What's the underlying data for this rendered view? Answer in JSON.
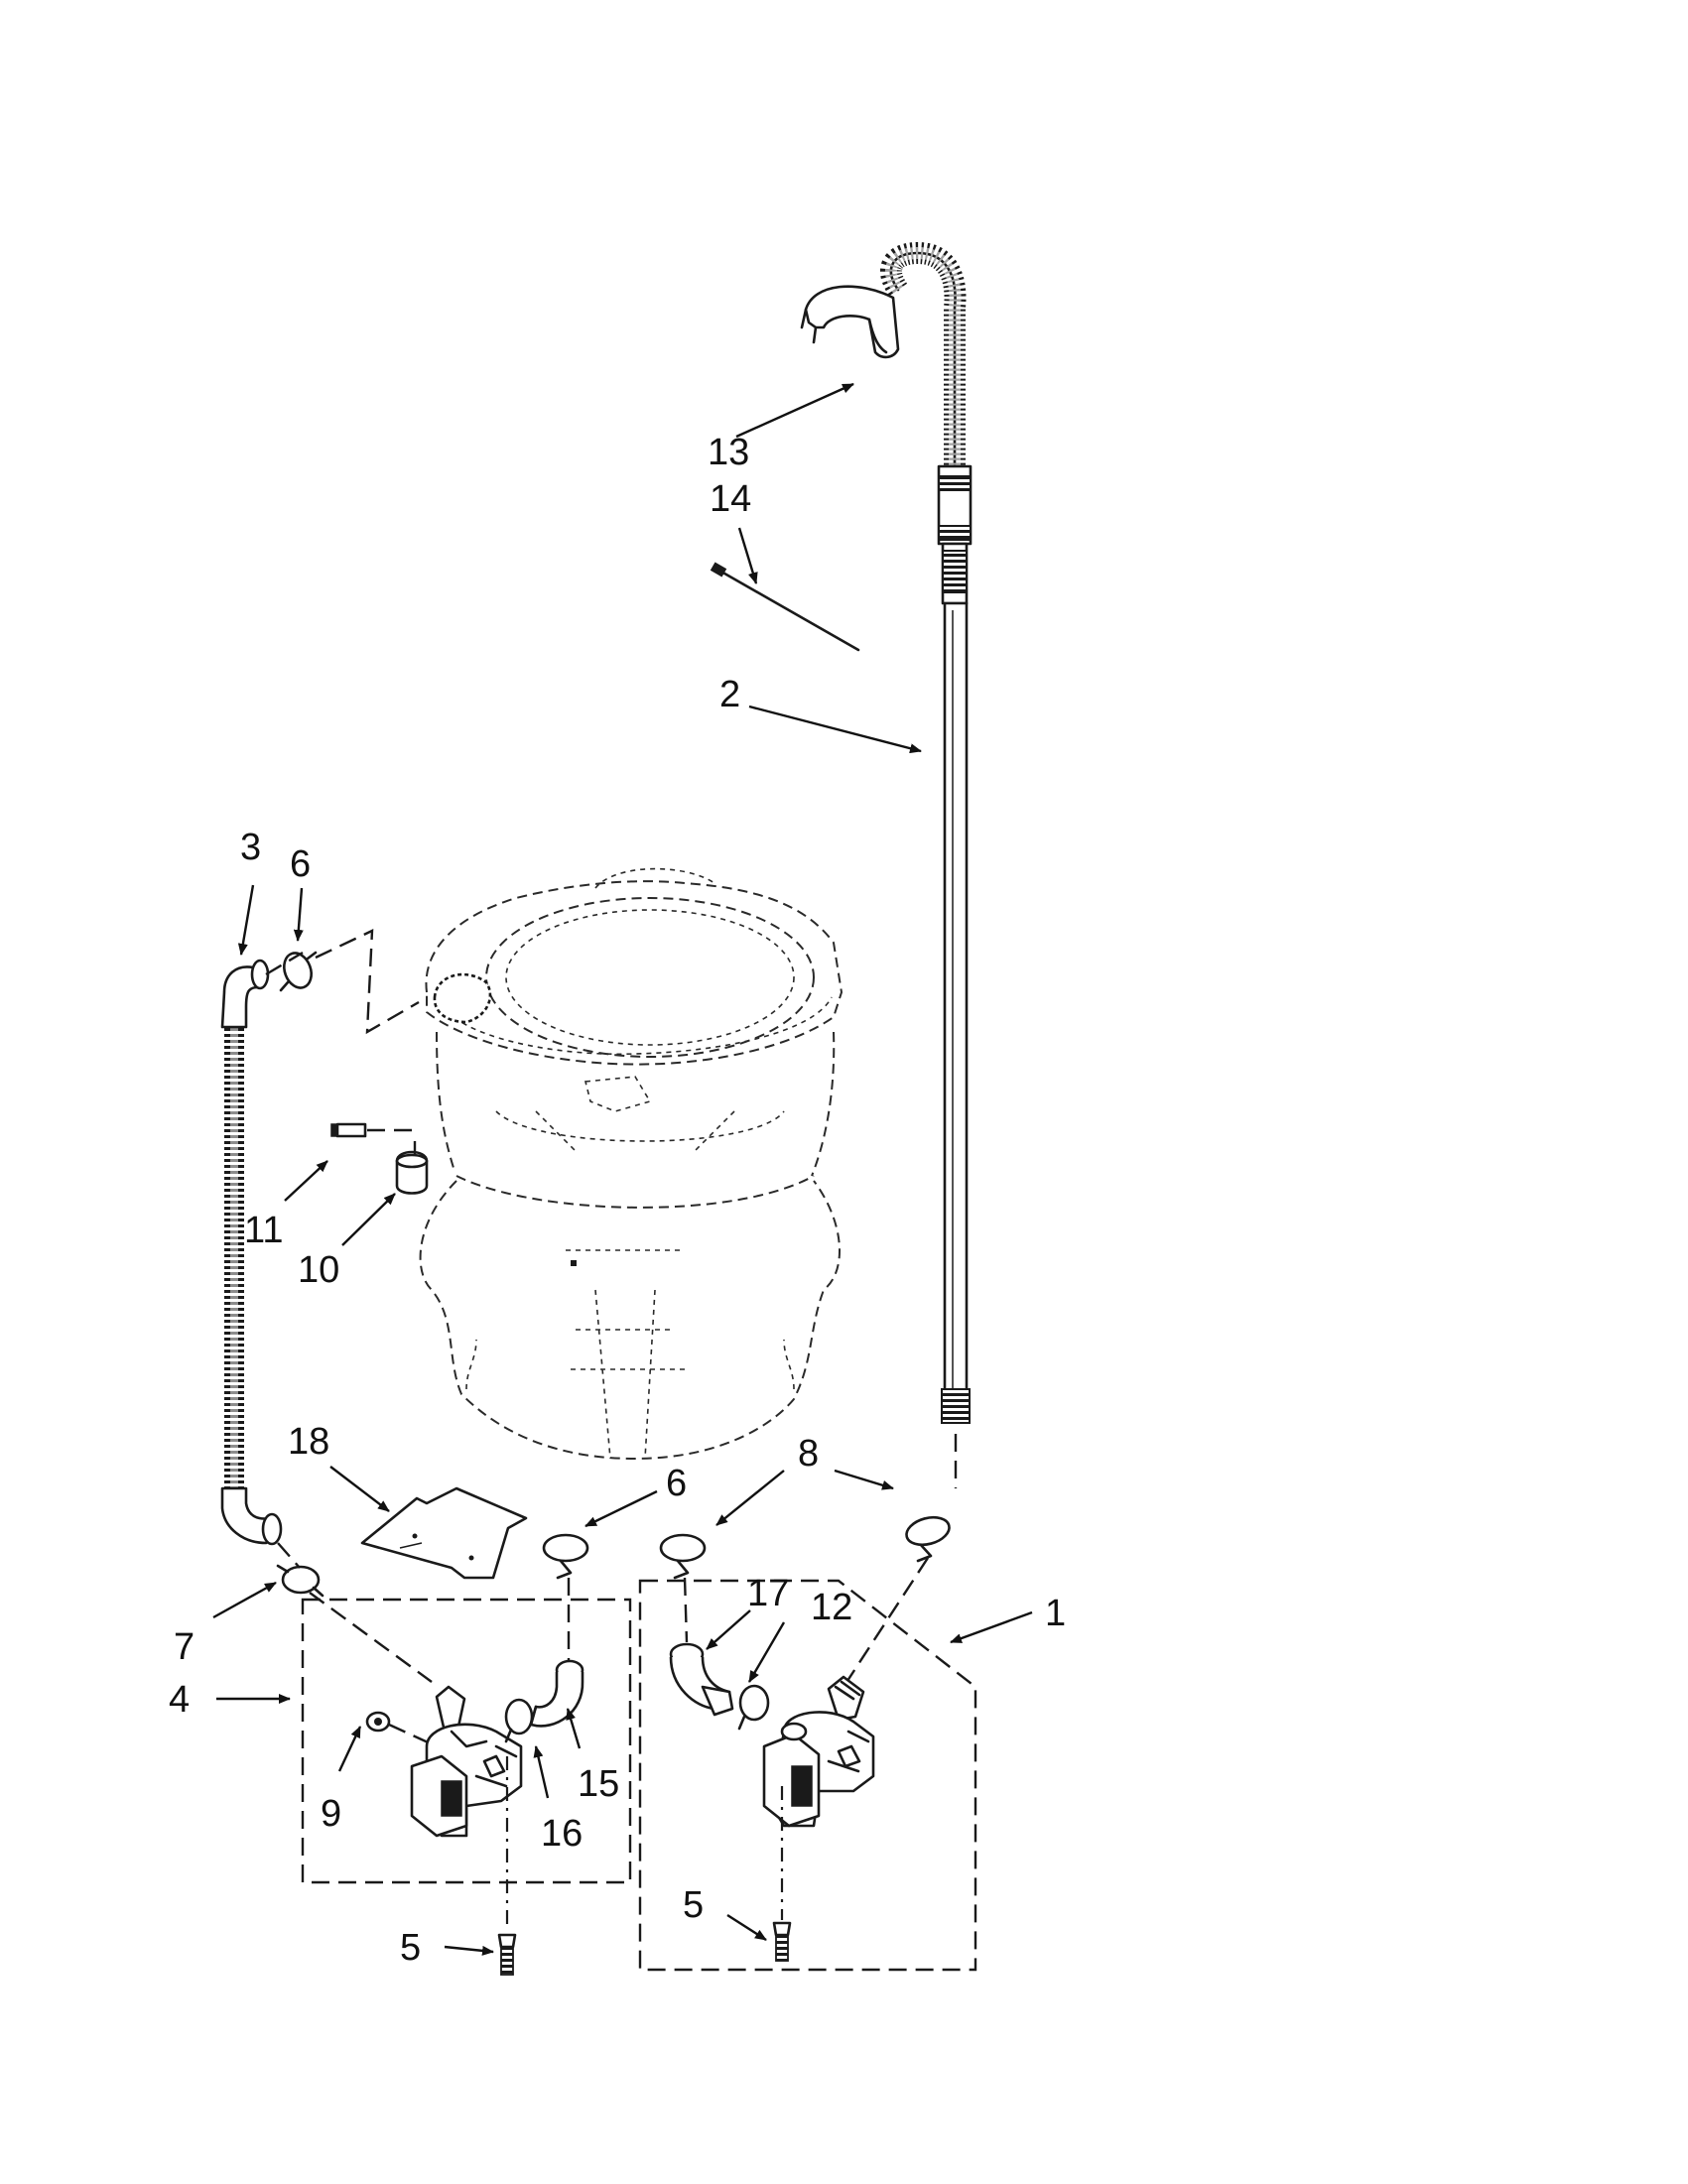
{
  "diagram": {
    "callouts": [
      {
        "id": "c1",
        "label": "1"
      },
      {
        "id": "c2",
        "label": "2"
      },
      {
        "id": "c3",
        "label": "3"
      },
      {
        "id": "c4",
        "label": "4"
      },
      {
        "id": "c5a",
        "label": "5"
      },
      {
        "id": "c5b",
        "label": "5"
      },
      {
        "id": "c6a",
        "label": "6"
      },
      {
        "id": "c6b",
        "label": "6"
      },
      {
        "id": "c7",
        "label": "7"
      },
      {
        "id": "c8",
        "label": "8"
      },
      {
        "id": "c9",
        "label": "9"
      },
      {
        "id": "c10",
        "label": "10"
      },
      {
        "id": "c11",
        "label": "11"
      },
      {
        "id": "c12",
        "label": "12"
      },
      {
        "id": "c13",
        "label": "13"
      },
      {
        "id": "c14",
        "label": "14"
      },
      {
        "id": "c15",
        "label": "15"
      },
      {
        "id": "c16",
        "label": "16"
      },
      {
        "id": "c17",
        "label": "17"
      },
      {
        "id": "c18",
        "label": "18"
      }
    ]
  }
}
